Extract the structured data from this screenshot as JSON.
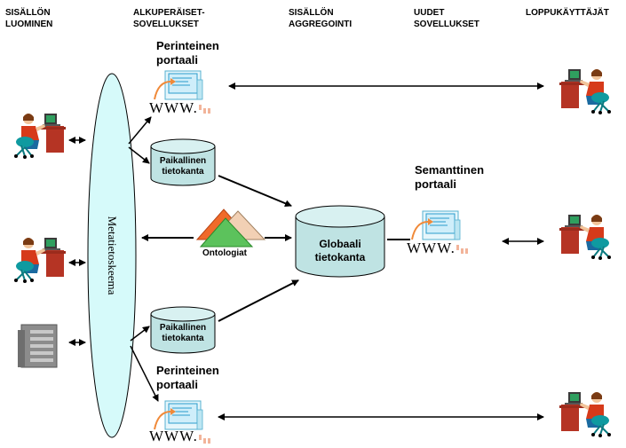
{
  "headers": {
    "col1": "SISÄLLÖN\nLUOMINEN",
    "col2": "ALKUPERÄISET-\nSOVELLUKSET",
    "col3": "SISÄLLÖN\nAGGREGOINTI",
    "col4": "UUDET\nSOVELLUKSET",
    "col5": "LOPPUKÄYTTÄJÄT"
  },
  "metadata_schema_label": "Metatietoskeema",
  "portal_top_label": "Perinteinen\nportaali",
  "portal_bottom_label": "Perinteinen\nportaali",
  "semantic_portal_label": "Semanttinen\nportaali",
  "local_db_top_label": "Paikallinen\ntietokanta",
  "local_db_bottom_label": "Paikallinen\ntietokanta",
  "global_db_label": "Globaali\ntietokanta",
  "ontologies_label": "Ontologiat",
  "www_text": "WWW.",
  "colors": {
    "ellipse_fill": "#d6fafa",
    "db_fill": "#bfe3e3",
    "db_top": "#d8f1f1",
    "person_shirt": "#d63a1a",
    "chair": "#0f9aa0",
    "desk": "#b53424"
  }
}
